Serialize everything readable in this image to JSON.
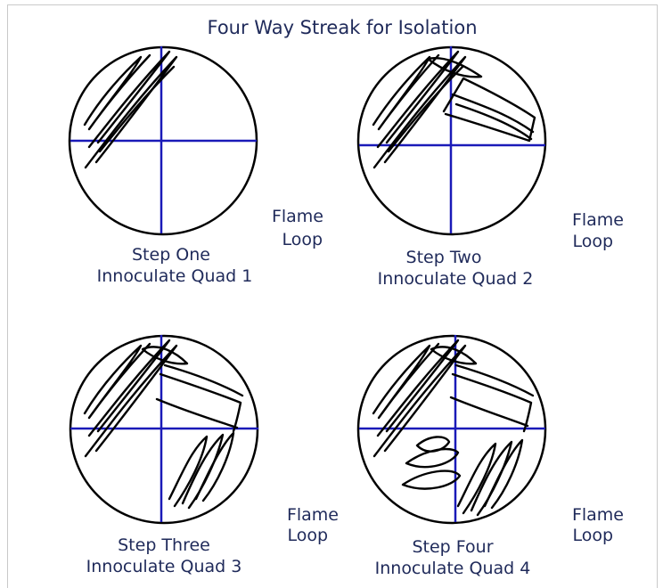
{
  "title": "Four Way Streak for Isolation",
  "panels": [
    {
      "step": "Step One",
      "action": "Innoculate Quad 1",
      "flame": "Flame",
      "loop": "Loop"
    },
    {
      "step": "Step Two",
      "action": "Innoculate Quad 2",
      "flame": "Flame",
      "loop": "Loop"
    },
    {
      "step": "Step Three",
      "action": "Innoculate Quad 3",
      "flame": "Flame",
      "loop": "Loop"
    },
    {
      "step": "Step Four",
      "action": "Innoculate Quad 4",
      "flame": "Flame",
      "loop": "Loop"
    }
  ],
  "colors": {
    "axis": "#1a1ab8",
    "outline": "#000000",
    "text": "#1f2a5a"
  }
}
